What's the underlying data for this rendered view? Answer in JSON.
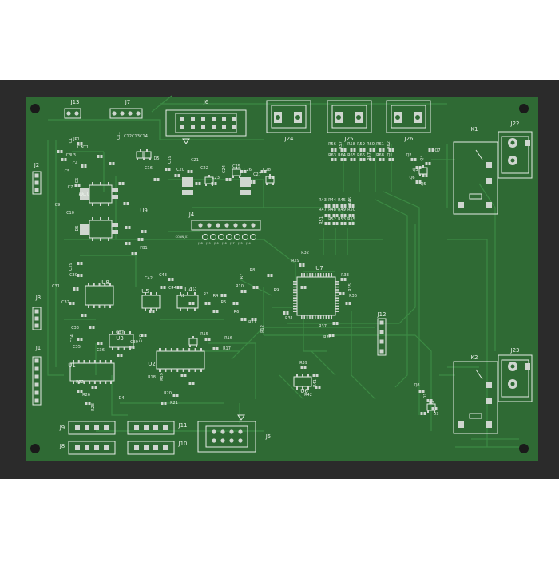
{
  "colors": {
    "page_bg": "#ffffff",
    "frame": "#2b2b2b",
    "board": "#2f6a34",
    "trace": "#3c8a44",
    "silk": "#e6ece6",
    "pad": "#cfd6cf",
    "hole": "#1a1a1a"
  },
  "connectors": [
    {
      "ref": "J13",
      "pins": 2
    },
    {
      "ref": "J7",
      "pins": 4
    },
    {
      "ref": "J6",
      "pins": 12
    },
    {
      "ref": "J24",
      "pins": 2
    },
    {
      "ref": "J25",
      "pins": 2
    },
    {
      "ref": "J26",
      "pins": 2
    },
    {
      "ref": "J22",
      "pins": 2
    },
    {
      "ref": "J23",
      "pins": 2
    },
    {
      "ref": "J2",
      "pins": 3
    },
    {
      "ref": "J3",
      "pins": 3
    },
    {
      "ref": "J1",
      "pins": 6
    },
    {
      "ref": "J4",
      "pins": 7
    },
    {
      "ref": "J12",
      "pins": 4
    },
    {
      "ref": "J9",
      "pins": 4
    },
    {
      "ref": "J8",
      "pins": 4
    },
    {
      "ref": "J11",
      "pins": 4
    },
    {
      "ref": "J10",
      "pins": 4
    },
    {
      "ref": "J5",
      "pins": 8
    }
  ],
  "relays": [
    "K1",
    "K2"
  ],
  "ics": [
    "U1",
    "U2",
    "U3",
    "U4",
    "U5",
    "U6",
    "U7",
    "U8",
    "U9",
    "U10"
  ],
  "small_refs": [
    "C1",
    "C2",
    "C3",
    "C4",
    "C5",
    "C6",
    "C7",
    "C8",
    "C9",
    "C10",
    "C11",
    "C12",
    "C13",
    "C14",
    "C16",
    "C19",
    "C20",
    "C21",
    "C22",
    "C23",
    "C24",
    "C25",
    "C26",
    "C27",
    "C28",
    "C29",
    "C30",
    "C31",
    "C32",
    "C33",
    "C34",
    "C35",
    "C36",
    "C37",
    "C39",
    "C40",
    "C42",
    "C43",
    "C44",
    "R1",
    "R2",
    "R3",
    "R4",
    "R5",
    "R6",
    "R7",
    "R8",
    "R9",
    "R10",
    "R11",
    "R12",
    "R15",
    "R16",
    "R17",
    "R18",
    "R19",
    "R20",
    "R21",
    "R22",
    "R26",
    "R28",
    "R29",
    "R31",
    "R32",
    "R33",
    "R35",
    "R36",
    "R37",
    "R38",
    "R39",
    "R41",
    "R42",
    "R43",
    "R44",
    "R45",
    "R46",
    "R47",
    "R48",
    "R49",
    "R50",
    "R51",
    "R52",
    "R53",
    "R55",
    "R56",
    "R57",
    "R58",
    "R59",
    "R60",
    "R61",
    "R62",
    "R63",
    "R64",
    "R65",
    "R66",
    "R67",
    "R68",
    "Q1",
    "Q2",
    "Q3",
    "Q4",
    "Q5",
    "Q6",
    "Q7",
    "Q8",
    "D1",
    "D2",
    "D3",
    "D4",
    "D5",
    "D6",
    "FB1",
    "JP1",
    "NT1",
    "L3"
  ],
  "pin_labels_j4": [
    "CONN_01",
    "J18",
    "J19",
    "J20",
    "J16",
    "J17",
    "J15",
    "J14"
  ]
}
